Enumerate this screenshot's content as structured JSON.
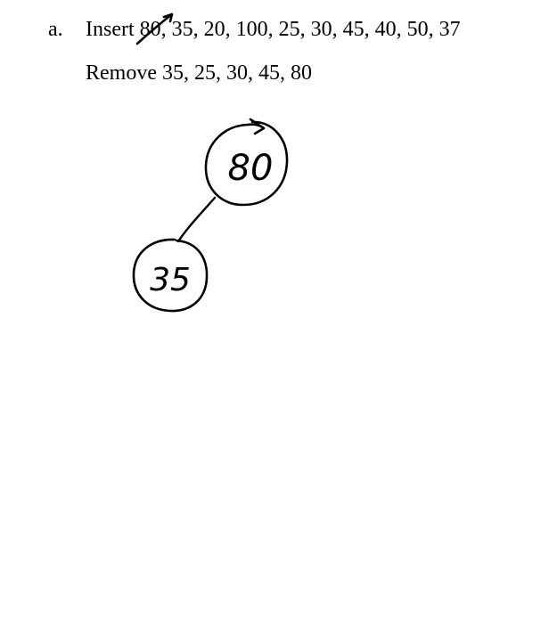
{
  "problem": {
    "label": "a.",
    "insert_word": "Insert",
    "insert_struck": "80",
    "insert_rest": ", 35, 20, 100, 25, 30, 45, 40, 50, 37",
    "remove_line": "Remove 35, 25, 30, 45, 80"
  },
  "tree": {
    "nodes": [
      {
        "id": "root",
        "value": "80"
      },
      {
        "id": "left-child",
        "value": "35"
      }
    ],
    "edges": [
      {
        "from": "root",
        "to": "left-child"
      }
    ]
  }
}
